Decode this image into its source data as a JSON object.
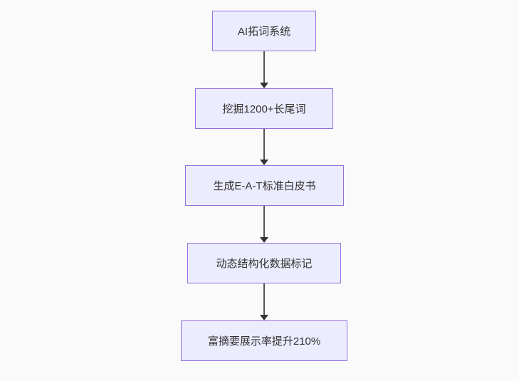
{
  "diagram": {
    "type": "flowchart-vertical",
    "background_color": "#fafafa",
    "node_fill_color": "#ECECFF",
    "node_border_color": "#9370DB",
    "edge_line_color": "#555555",
    "arrowhead_color": "#333333",
    "text_color": "#333333",
    "nodes": [
      {
        "id": "n1",
        "label": "AI拓词系统"
      },
      {
        "id": "n2",
        "label": "挖掘1200+长尾词"
      },
      {
        "id": "n3",
        "label": "生成E-A-T标准白皮书"
      },
      {
        "id": "n4",
        "label": "动态结构化数据标记"
      },
      {
        "id": "n5",
        "label": "富摘要展示率提升210%"
      }
    ],
    "edges": [
      {
        "from": "n1",
        "to": "n2",
        "arrow": "down"
      },
      {
        "from": "n2",
        "to": "n3",
        "arrow": "down"
      },
      {
        "from": "n3",
        "to": "n4",
        "arrow": "down"
      },
      {
        "from": "n4",
        "to": "n5",
        "arrow": "down"
      }
    ]
  }
}
